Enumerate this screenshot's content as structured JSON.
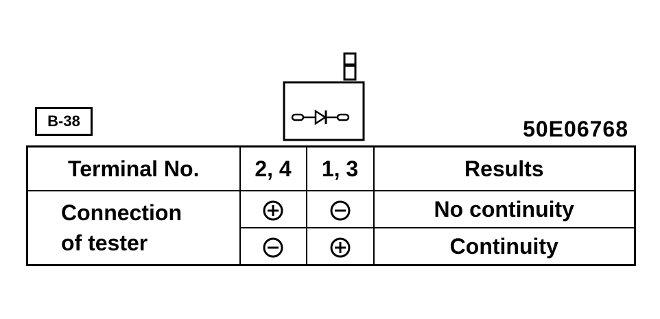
{
  "label": "B-38",
  "code": "50E06768",
  "table": {
    "headers": [
      "Terminal No.",
      "2, 4",
      "1, 3",
      "Results"
    ],
    "row_label_line1": "Connection",
    "row_label_line2": "of tester",
    "rows": [
      {
        "t24": "plus-icon",
        "t13": "minus-icon",
        "result": "No continuity"
      },
      {
        "t24": "minus-icon",
        "t13": "plus-icon",
        "result": "Continuity"
      }
    ]
  }
}
